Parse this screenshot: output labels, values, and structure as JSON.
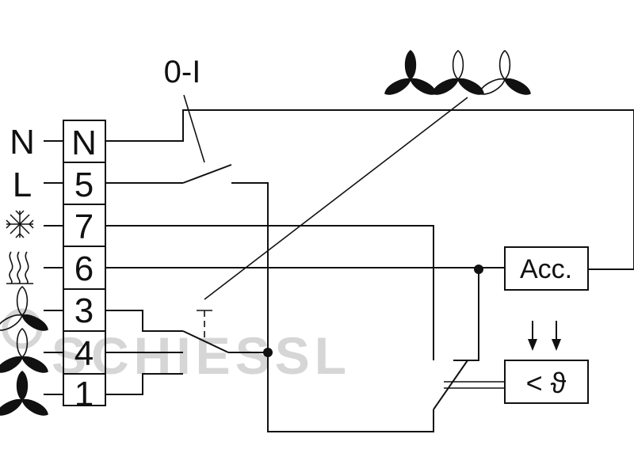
{
  "watermark": {
    "text": "SCHIESSL"
  },
  "switch_label": "0-I",
  "terminals": [
    {
      "side_label": "N",
      "number": "N"
    },
    {
      "side_label": "L",
      "number": "5"
    },
    {
      "side_label": "",
      "icon": "snowflake-icon",
      "number": "7"
    },
    {
      "side_label": "",
      "icon": "heating-icon",
      "number": "6"
    },
    {
      "side_label": "",
      "icon": "fan-speed-low-icon",
      "number": "3"
    },
    {
      "side_label": "",
      "icon": "fan-speed-medium-icon",
      "number": "4"
    },
    {
      "side_label": "",
      "icon": "fan-speed-high-icon",
      "number": "1"
    }
  ],
  "boxes": {
    "accessory": "Acc.",
    "thermostat_symbol": "< ϑ"
  },
  "icons": [
    "fan-speed-high-icon",
    "fan-speed-medium-icon",
    "fan-speed-low-icon",
    "snowflake-icon",
    "heating-icon",
    "arrow-down-icon"
  ]
}
